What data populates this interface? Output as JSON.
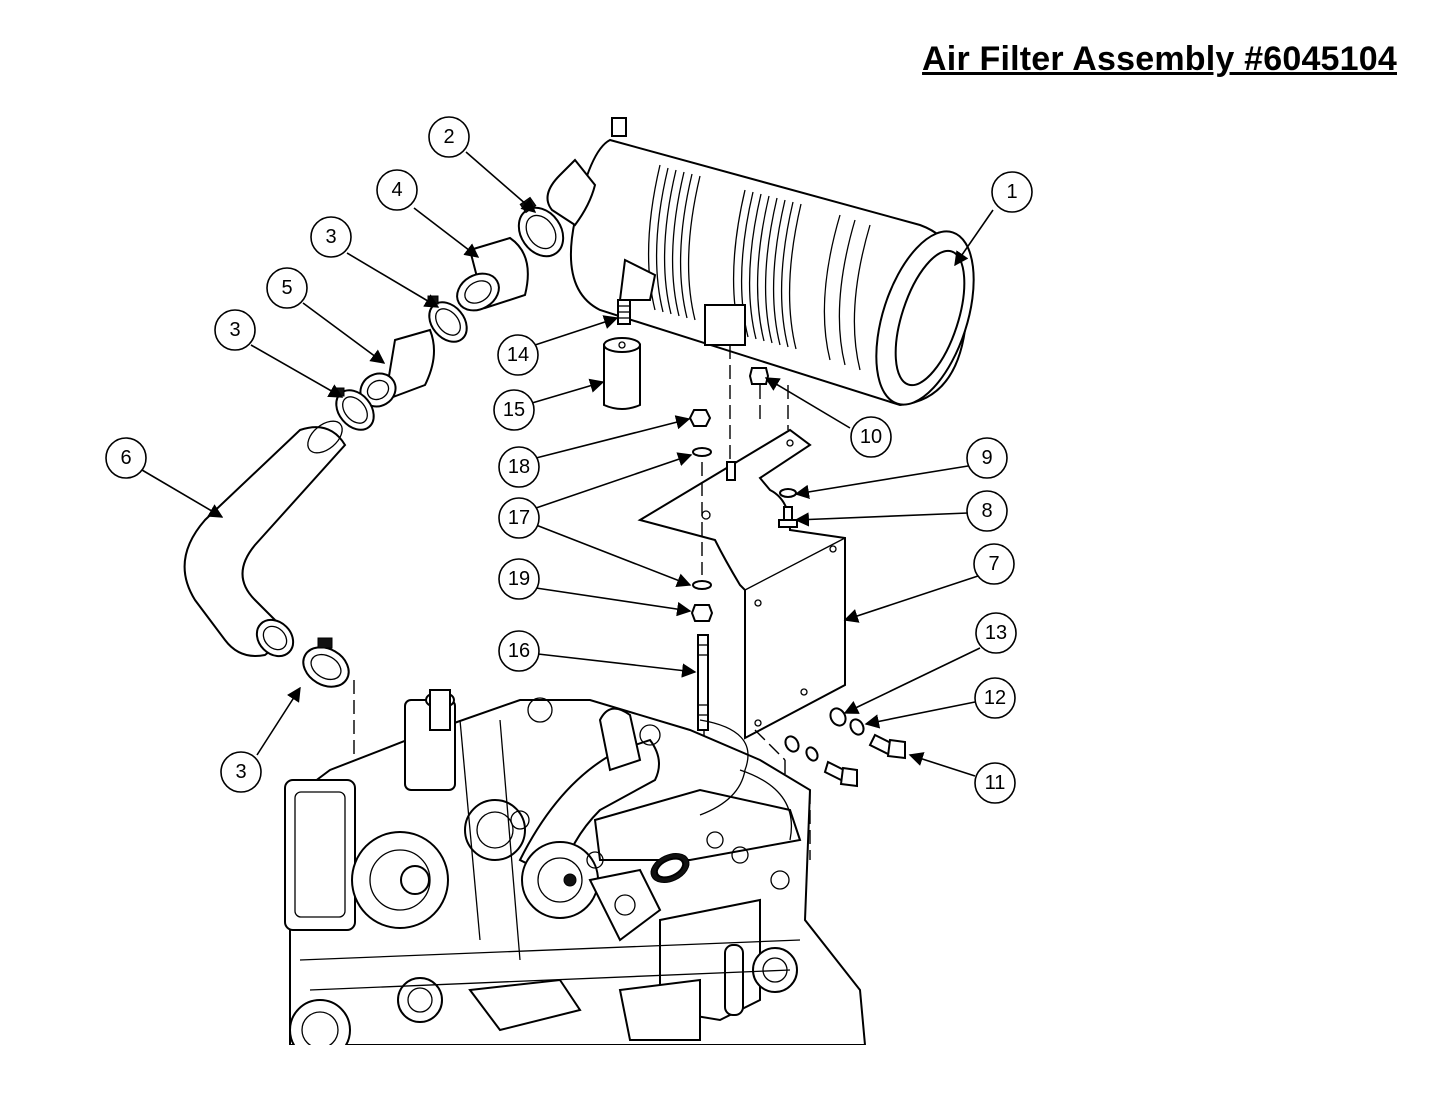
{
  "title": "Air Filter Assembly #6045104",
  "callouts": [
    "1",
    "2",
    "3",
    "3",
    "3",
    "4",
    "5",
    "6",
    "7",
    "8",
    "9",
    "10",
    "11",
    "12",
    "13",
    "14",
    "15",
    "16",
    "17",
    "18",
    "19"
  ]
}
